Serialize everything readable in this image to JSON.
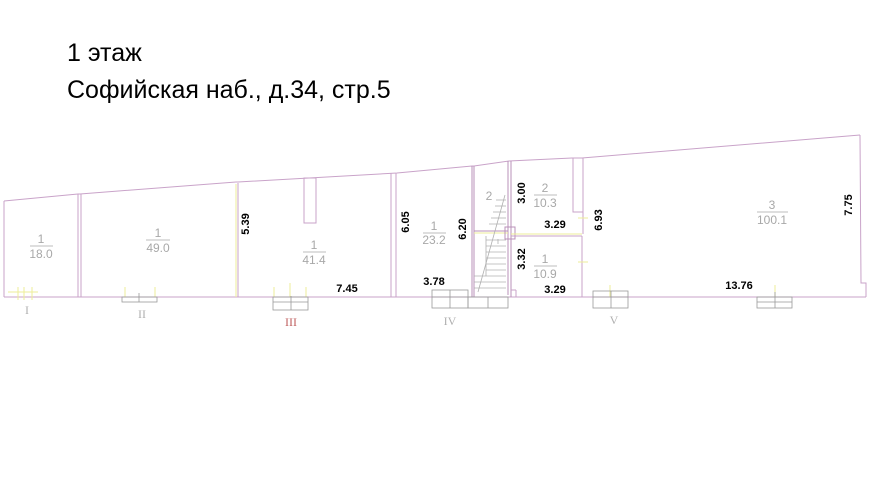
{
  "header": {
    "floor": "1 этаж",
    "address": "Софийская наб., д.34, стр.5"
  },
  "rooms": [
    {
      "number": "1",
      "area": "18.0"
    },
    {
      "number": "1",
      "area": "49.0"
    },
    {
      "number": "1",
      "area": "41.4"
    },
    {
      "number": "1",
      "area": "23.2"
    },
    {
      "number": "2",
      "area": ""
    },
    {
      "number": "2",
      "area": "10.3"
    },
    {
      "number": "1",
      "area": "10.9"
    },
    {
      "number": "3",
      "area": "100.1"
    }
  ],
  "dimensions": {
    "d539": "5.39",
    "d745": "7.45",
    "d605": "6.05",
    "d620": "6.20",
    "d378": "3.78",
    "d300": "3.00",
    "d329a": "3.29",
    "d332": "3.32",
    "d329b": "3.29",
    "d693": "6.93",
    "d1376": "13.76",
    "d775": "7.75"
  },
  "entrances": [
    "I",
    "II",
    "III",
    "IV",
    "V"
  ],
  "colors": {
    "wall": "#c9a3c9",
    "partition_highlight": "#eeee99",
    "room_label": "#a8a8a8",
    "dimension_label": "#000000"
  }
}
